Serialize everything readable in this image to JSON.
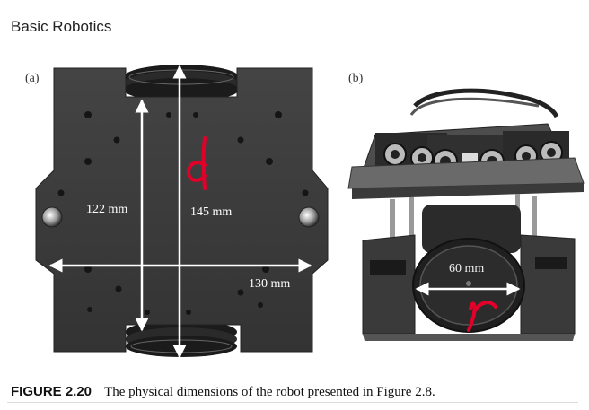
{
  "running_head": "Basic Robotics",
  "panels": {
    "a_label": "(a)",
    "b_label": "(b)"
  },
  "dimensions": {
    "width_inner": "122 mm",
    "length": "145 mm",
    "width_outer": "130 mm",
    "wheel_diameter": "60 mm"
  },
  "annotations": {
    "handwritten_a": "d",
    "handwritten_b": "r"
  },
  "caption": {
    "label": "FIGURE 2.20",
    "text": "The physical dimensions of the robot presented in Figure 2.8."
  },
  "colors": {
    "robot_body": "#3a3a3a",
    "wheel": "#1e1e1e",
    "annotation_red": "#e0002a",
    "arrow_white": "#ffffff"
  }
}
